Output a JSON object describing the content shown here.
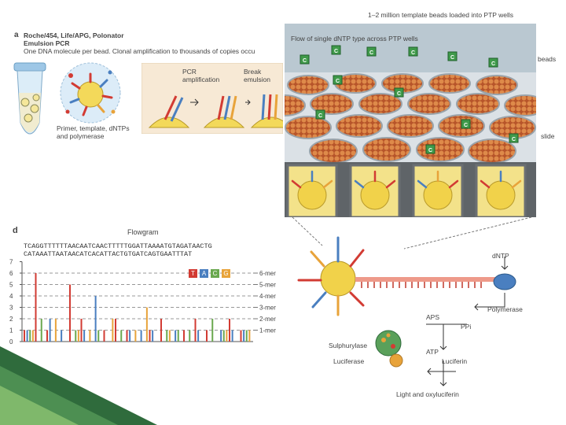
{
  "panel_a": {
    "letter": "a",
    "line1": "Roche/454, Life/APG, Polonator",
    "line2": "Emulsion PCR",
    "line3": "One DNA molecule per bead. Clonal amplification to thousands of copies occu",
    "pcr_label": "PCR amplification",
    "break_label": "Break emulsion",
    "caption": "Primer, template, dNTPs and polymerase"
  },
  "ptp": {
    "title": "1–2 million template beads loaded into PTP wells",
    "flow_label": "Flow of single dNTP type across PTP wells",
    "nucleotide": "C",
    "edge_beads": "beads",
    "edge_slide": "slide"
  },
  "panel_d": {
    "letter": "d",
    "flowgram_title": "Flowgram",
    "seq_line1": "TCAGGTTTTTTAACAATCAACTTTTTGGATTAAAATGTAGATAACTG",
    "seq_line2": "CATAAATTAATAACATCACATTACTGTGATCAGTGAATTTAT",
    "y_ticks": [
      "7",
      "6",
      "5",
      "4",
      "3",
      "2",
      "1",
      "0"
    ],
    "mer_labels": [
      "6-mer",
      "5-mer",
      "4-mer",
      "3-mer",
      "2-mer",
      "1-mer"
    ],
    "legend": [
      {
        "letter": "T",
        "color": "#d23b33"
      },
      {
        "letter": "A",
        "color": "#4a7fc0"
      },
      {
        "letter": "C",
        "color": "#6aa84f"
      },
      {
        "letter": "G",
        "color": "#e8a33a"
      }
    ]
  },
  "chemistry": {
    "dntp": "dNTP",
    "polymerase": "Polymerase",
    "aps": "APS",
    "ppi": "PPi",
    "atp": "ATP",
    "sulphurylase": "Sulphurylase",
    "luciferase": "Luciferase",
    "luciferin": "Luciferin",
    "light": "Light and oxyluciferin"
  },
  "flowgram_data": {
    "flows": [
      "T",
      "A",
      "C",
      "G"
    ],
    "values": [
      1,
      1,
      1,
      1,
      6,
      0,
      2,
      0,
      1,
      2,
      0,
      2,
      0,
      1,
      0,
      0,
      5,
      0,
      1,
      1,
      2,
      1,
      0,
      1,
      0,
      4,
      1,
      0,
      1,
      0,
      0,
      2,
      2,
      0,
      1,
      0,
      1,
      1,
      0,
      1,
      0,
      1,
      0,
      3,
      1,
      1,
      0,
      0,
      2,
      0,
      1,
      1,
      0,
      1,
      1,
      0,
      1,
      0,
      1,
      0,
      2,
      1,
      0,
      0,
      1,
      0,
      2,
      0,
      0,
      1,
      1,
      1,
      2,
      1,
      0,
      0,
      1,
      1,
      1,
      1
    ]
  },
  "colors": {
    "T": "#d23b33",
    "A": "#4a7fc0",
    "C": "#6aa84f",
    "G": "#e8a33a",
    "bead": "#f3e28a",
    "well": "#6b6f73"
  }
}
